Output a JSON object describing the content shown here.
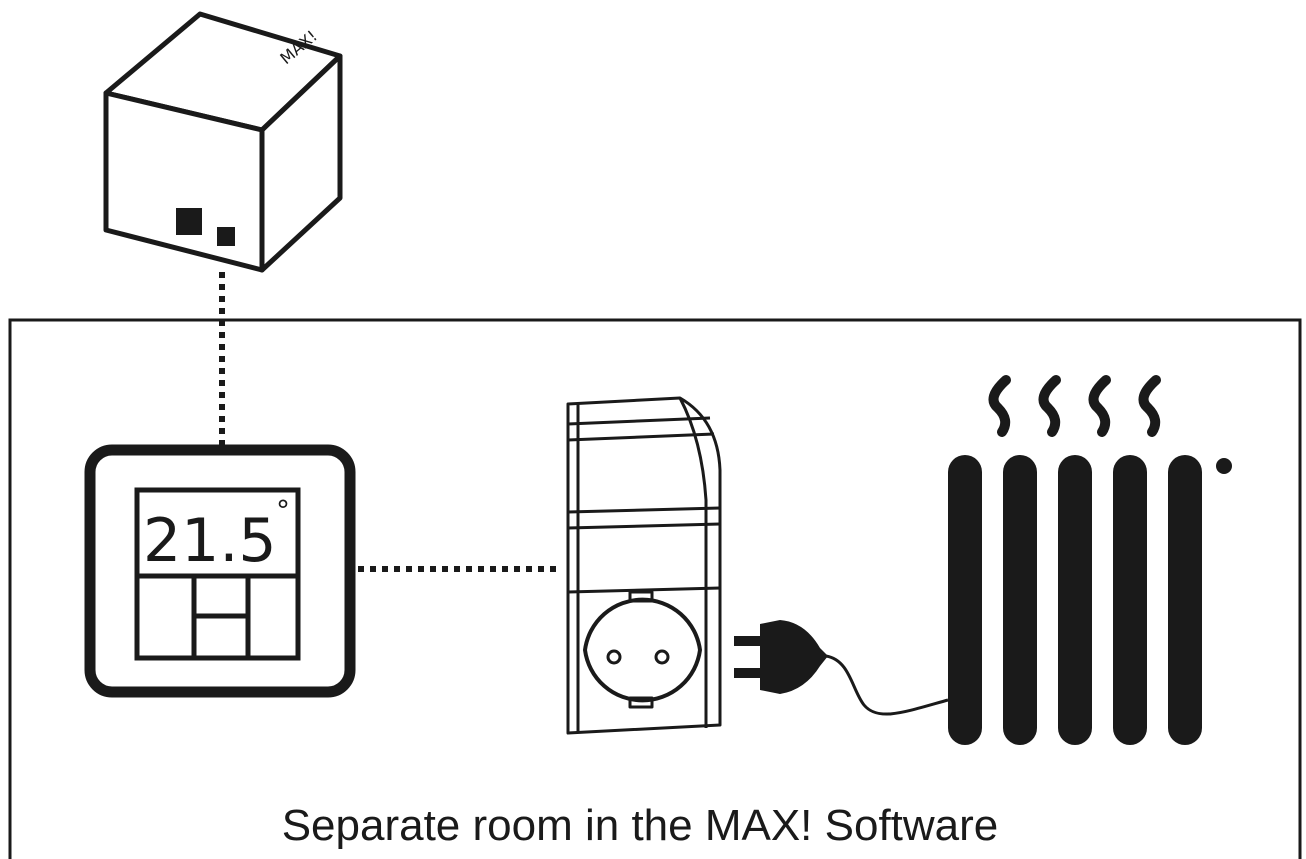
{
  "cube": {
    "logo_text": "MAX!"
  },
  "wall_thermostat": {
    "temperature": "21.5",
    "degree_symbol": "°"
  },
  "room": {
    "caption": "Separate room in the MAX! Software"
  }
}
